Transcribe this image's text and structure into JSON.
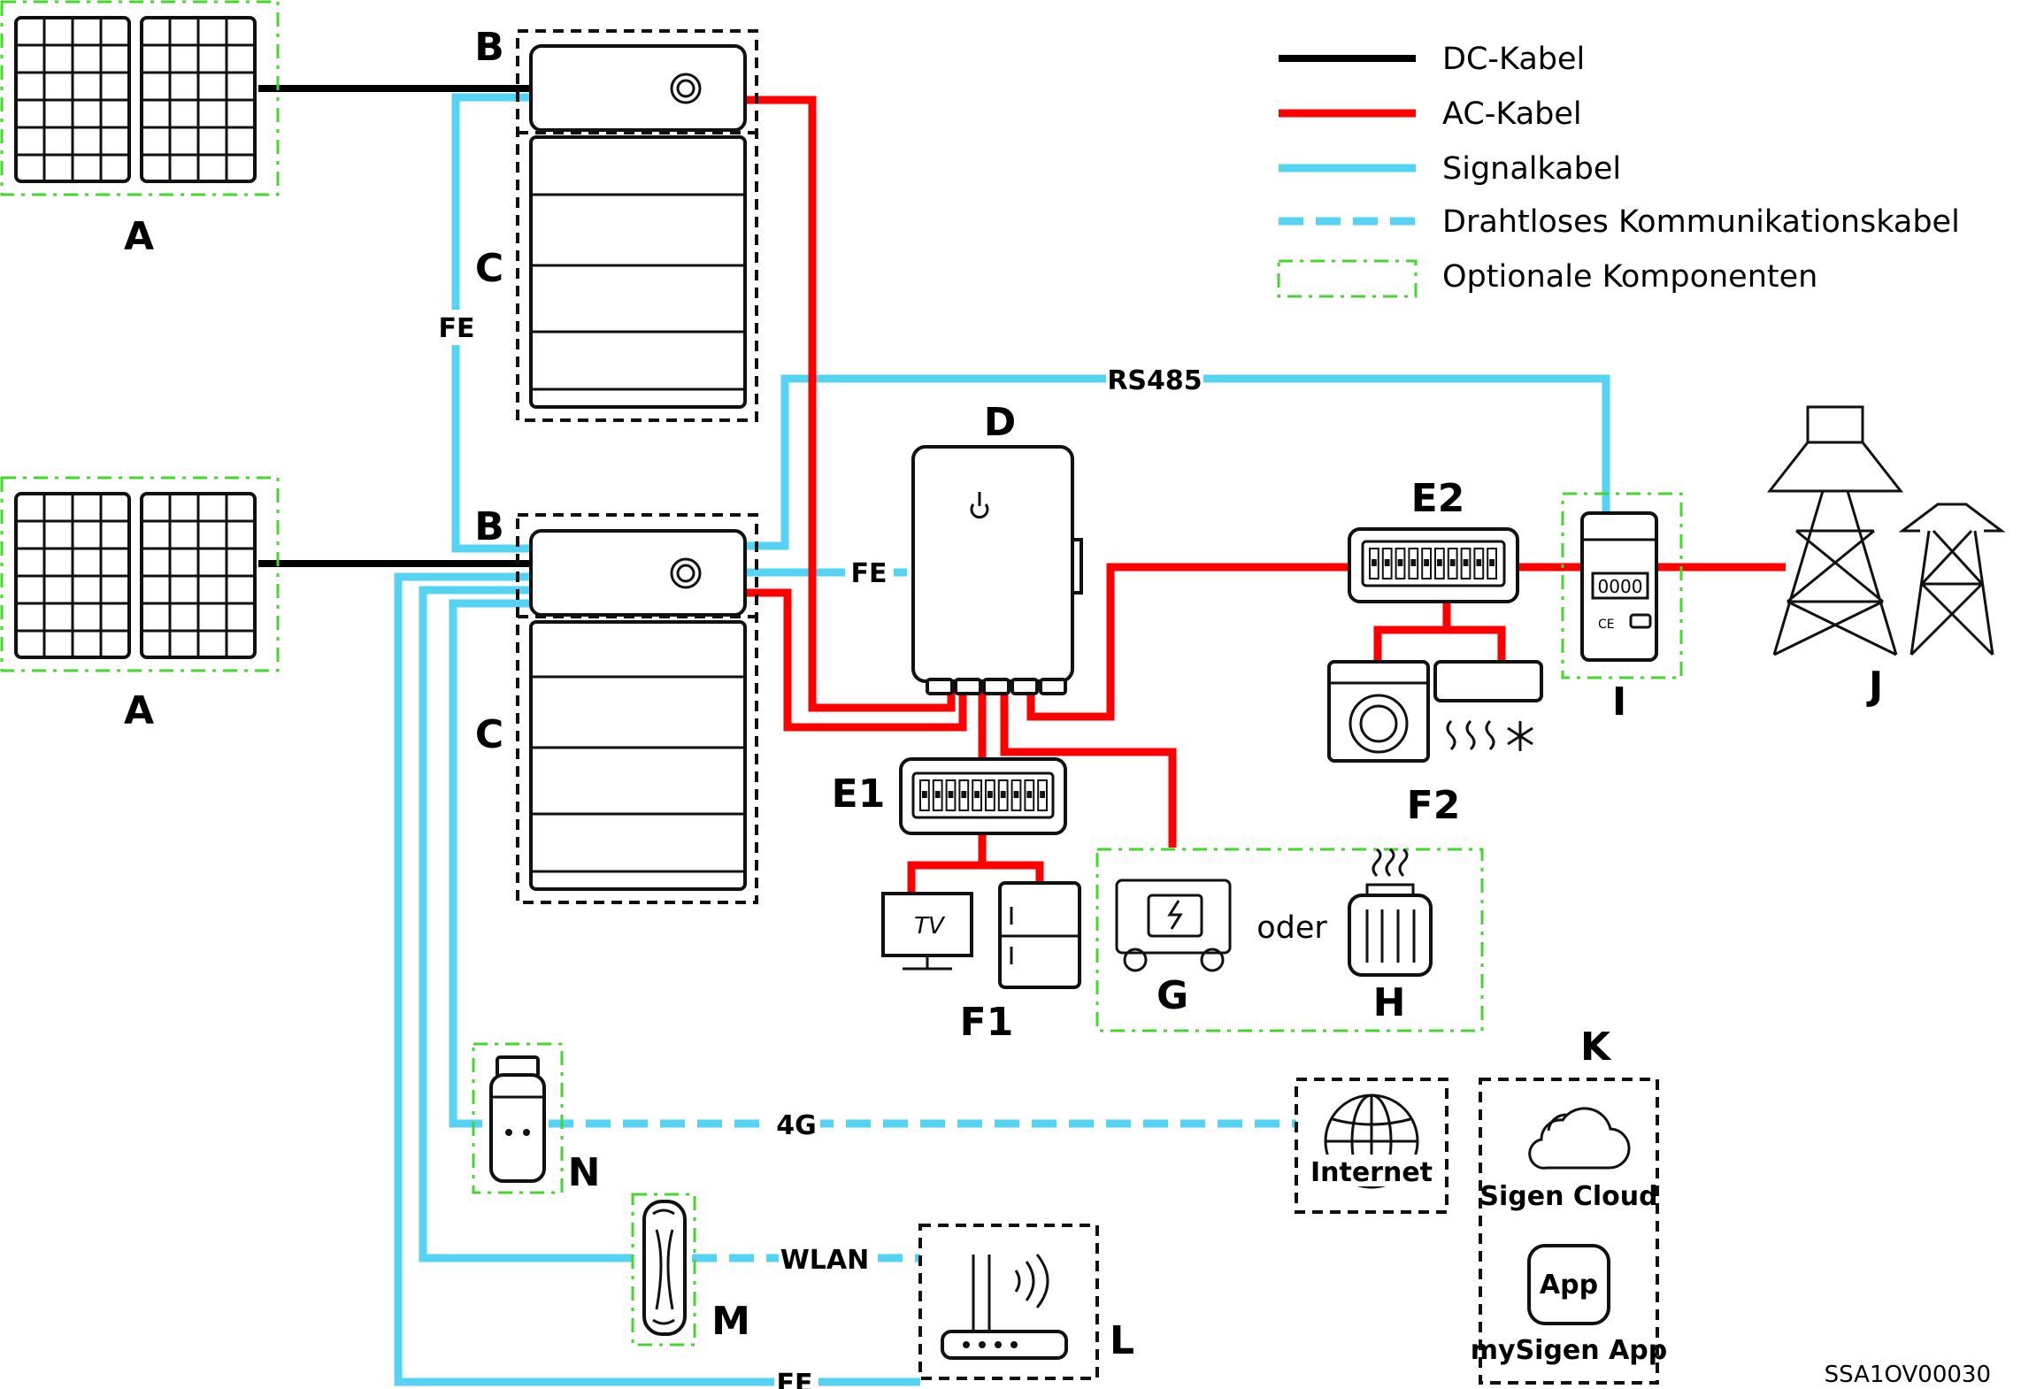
{
  "legend": {
    "dc": "DC-Kabel",
    "ac": "AC-Kabel",
    "signal": "Signalkabel",
    "wireless": "Drahtloses Kommunikationskabel",
    "optional": "Optionale Komponenten"
  },
  "labels": {
    "a1": "A",
    "a2": "A",
    "b1": "B",
    "b2": "B",
    "c1": "C",
    "c2": "C",
    "d": "D",
    "e1": "E1",
    "e2": "E2",
    "f1": "F1",
    "f2": "F2",
    "g": "G",
    "h": "H",
    "i": "I",
    "j": "J",
    "k": "K",
    "l": "L",
    "m": "M",
    "n": "N",
    "oder": "oder"
  },
  "cables": {
    "fe_left": "FE",
    "rs485": "RS485",
    "fe_mid": "FE",
    "fe_bottom": "FE",
    "g4": "4G",
    "wlan": "WLAN"
  },
  "devices": {
    "tv": "TV",
    "meter_display": "0000",
    "internet": "Internet",
    "cloud": "Sigen Cloud",
    "app_icon": "App",
    "app": "mySigen App"
  },
  "footer": {
    "code": "SSA1OV00030"
  },
  "colors": {
    "dc": "#000000",
    "ac": "#ff0000",
    "signal": "#55d3f2",
    "optional": "#44d62c"
  }
}
